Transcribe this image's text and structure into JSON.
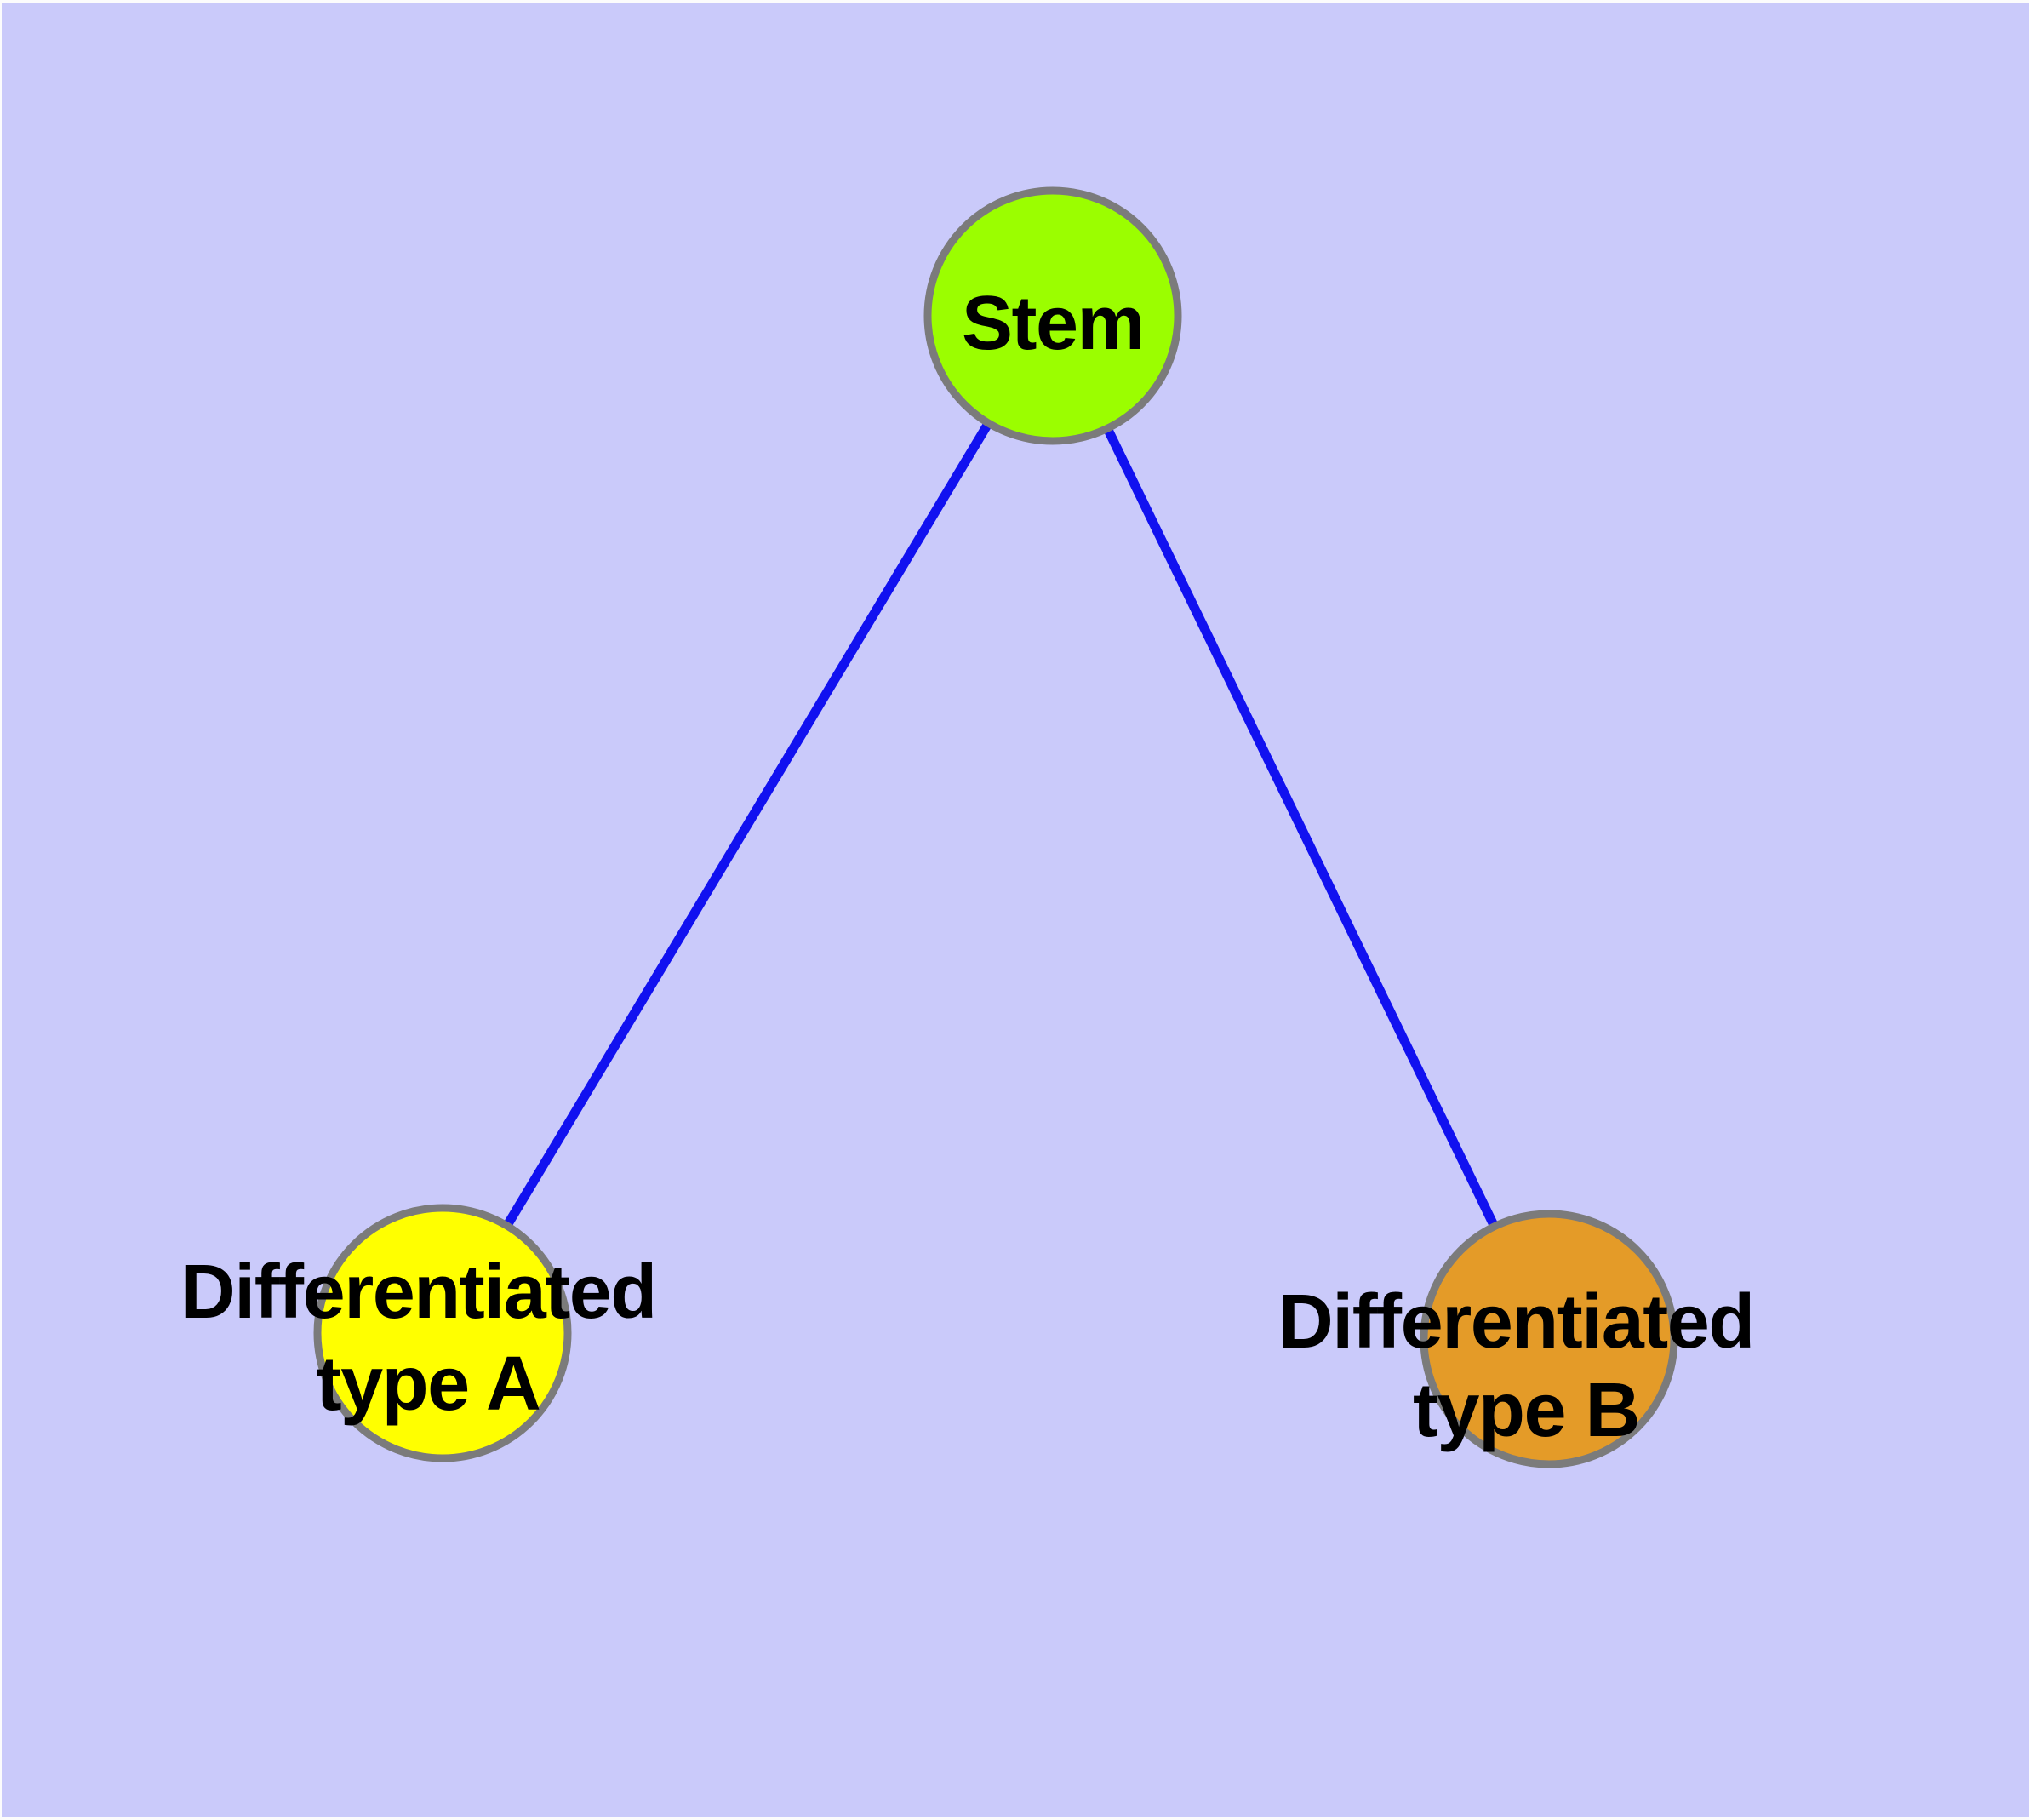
{
  "canvas": {
    "background": "#CACAFA",
    "frame_color": "#FCFCFC"
  },
  "graph": {
    "edge_color": "#1111F0",
    "node_border_color": "#7B7B7B",
    "label_color": "#000000",
    "nodes": [
      {
        "id": "stem",
        "label_lines": [
          "Stem"
        ],
        "fill": "#9BFE00"
      },
      {
        "id": "differentiated-type-a",
        "label_lines": [
          "Differentiated",
          "type A"
        ],
        "fill": "#FFFF00"
      },
      {
        "id": "differentiated-type-b",
        "label_lines": [
          "Differentiated",
          "type B"
        ],
        "fill": "#E49B28"
      }
    ],
    "edges": [
      {
        "from": "stem",
        "to": "differentiated-type-a"
      },
      {
        "from": "stem",
        "to": "differentiated-type-b"
      }
    ]
  }
}
